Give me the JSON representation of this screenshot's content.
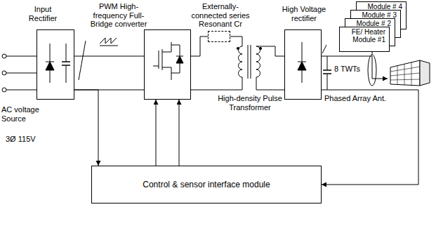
{
  "diagram": {
    "nodes": [
      {
        "text": [
          "Input Rectifier"
        ]
      },
      {
        "text": [
          "PWM High-frequency Full-Bridge converter"
        ]
      },
      {
        "text": [
          "Externally-connected series Resonant Cr"
        ]
      },
      {
        "text": [
          "High-density Pulse Transformer"
        ]
      },
      {
        "text": [
          "High Voltage rectifier"
        ]
      },
      {
        "text": [
          "Module # 4"
        ]
      },
      {
        "text": [
          "Module # 3"
        ]
      },
      {
        "text": [
          "Module # 2"
        ]
      },
      {
        "text": [
          "FE/ Heater Module #1"
        ]
      },
      {
        "text": [
          "Phased Array Ant."
        ]
      },
      {
        "text": [
          "Control & sensor interface module"
        ]
      }
    ],
    "edges": [
      {
        "from": 0,
        "to": 1,
        "arrow": "none"
      },
      {
        "from": 1,
        "to": 2,
        "arrow": "none"
      },
      {
        "from": 2,
        "to": 3,
        "arrow": "none"
      },
      {
        "from": 3,
        "to": 4,
        "arrow": "none"
      },
      {
        "from": 4,
        "to": 9,
        "arrow": "to"
      },
      {
        "from": 0,
        "to": 10,
        "arrow": "to"
      },
      {
        "from": 10,
        "to": 1,
        "arrow": "to"
      },
      {
        "from": 10,
        "to": 1,
        "arrow": "to"
      },
      {
        "from": 4,
        "to": 10,
        "arrow": "to"
      }
    ],
    "labels": [
      "AC voltage Source",
      "3Ø 115V",
      "8 TWTs"
    ]
  }
}
